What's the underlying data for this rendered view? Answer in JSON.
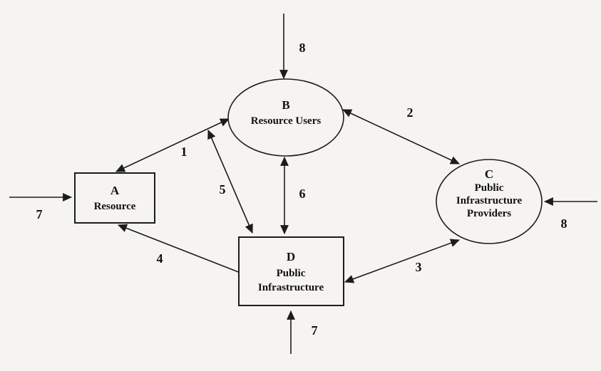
{
  "diagram": {
    "background_color": "#f5f4f2",
    "line_color": "#1c1c1c",
    "text_color": "#111111",
    "nodes": {
      "a": {
        "id": "A",
        "lines": [
          "Resource"
        ],
        "shape": "rectangle"
      },
      "b": {
        "id": "B",
        "lines": [
          "Resource Users"
        ],
        "shape": "ellipse"
      },
      "c": {
        "id": "C",
        "lines": [
          "Public",
          "Infrastructure",
          "Providers"
        ],
        "shape": "ellipse"
      },
      "d": {
        "id": "D",
        "lines": [
          "Public",
          "Infrastructure"
        ],
        "shape": "rectangle"
      }
    },
    "edge_labels": {
      "ab": "1",
      "bc": "2",
      "dc": "3",
      "da": "4",
      "bd_diagonal": "5",
      "bd_vertical": "6",
      "input_a": "7",
      "input_d": "7",
      "input_b": "8",
      "input_c": "8"
    }
  }
}
